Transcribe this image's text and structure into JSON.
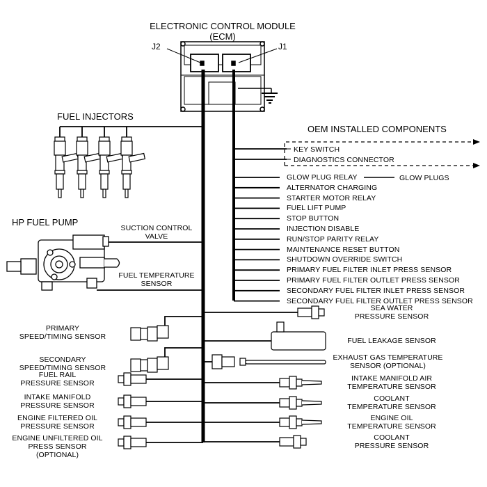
{
  "title": {
    "line1": "ELECTRONIC CONTROL MODULE",
    "line2": "(ECM)"
  },
  "ecm": {
    "connector_left": "J2",
    "connector_right": "J1",
    "ground_symbol": "ground-icon"
  },
  "fuel_injectors": {
    "label": "FUEL INJECTORS",
    "count": 4
  },
  "hp_fuel_pump": {
    "label": "HP FUEL PUMP",
    "connections": [
      {
        "line1": "SUCTION CONTROL",
        "line2": "VALVE"
      },
      {
        "line1": "FUEL TEMPERATURE",
        "line2": "SENSOR"
      }
    ]
  },
  "oem": {
    "heading": "OEM INSTALLED COMPONENTS",
    "dashed_group": [
      "KEY SWITCH",
      "DIAGNOSTICS CONNECTOR"
    ],
    "items": [
      "GLOW PLUG RELAY",
      "ALTERNATOR CHARGING",
      "STARTER MOTOR RELAY",
      "FUEL LIFT PUMP",
      "STOP BUTTON",
      "INJECTION DISABLE",
      "RUN/STOP PARITY RELAY",
      "MAINTENANCE RESET BUTTON",
      "SHUTDOWN OVERRIDE SWITCH",
      "PRIMARY FUEL FILTER INLET PRESS SENSOR",
      "PRIMARY FUEL FILTER OUTLET PRESS SENSOR",
      "SECONDARY FUEL FILTER INLET PRESS SENSOR",
      "SECONDARY FUEL FILTER OUTLET PRESS SENSOR"
    ],
    "glow_plugs": "GLOW PLUGS"
  },
  "left_sensors": [
    {
      "line1": "PRIMARY",
      "line2": "SPEED/TIMING SENSOR",
      "line3": ""
    },
    {
      "line1": "SECONDARY",
      "line2": "SPEED/TIMING SENSOR",
      "line3": ""
    },
    {
      "line1": "FUEL RAIL",
      "line2": "PRESSURE SENSOR",
      "line3": ""
    },
    {
      "line1": "INTAKE MANIFOLD",
      "line2": "PRESSURE SENSOR",
      "line3": ""
    },
    {
      "line1": "ENGINE FILTERED OIL",
      "line2": "PRESSURE SENSOR",
      "line3": ""
    },
    {
      "line1": "ENGINE UNFILTERED OIL",
      "line2": "PRESS SENSOR",
      "line3": "(OPTIONAL)"
    }
  ],
  "right_sensors": [
    {
      "line1": "SEA WATER",
      "line2": "PRESSURE SENSOR"
    },
    {
      "line1": "FUEL LEAKAGE SENSOR",
      "line2": ""
    },
    {
      "line1": "EXHAUST GAS TEMPERATURE",
      "line2": "SENSOR (OPTIONAL)"
    },
    {
      "line1": "INTAKE MANIFOLD AIR",
      "line2": "TEMPERATURE SENSOR"
    },
    {
      "line1": "COOLANT",
      "line2": "TEMPERATURE SENSOR"
    },
    {
      "line1": "ENGINE OIL",
      "line2": "TEMPERATURE SENSOR"
    },
    {
      "line1": "COOLANT",
      "line2": "PRESSURE SENSOR"
    }
  ],
  "colors": {
    "ink": "#000000",
    "paper": "#ffffff",
    "shade": "#e6e6e6"
  }
}
